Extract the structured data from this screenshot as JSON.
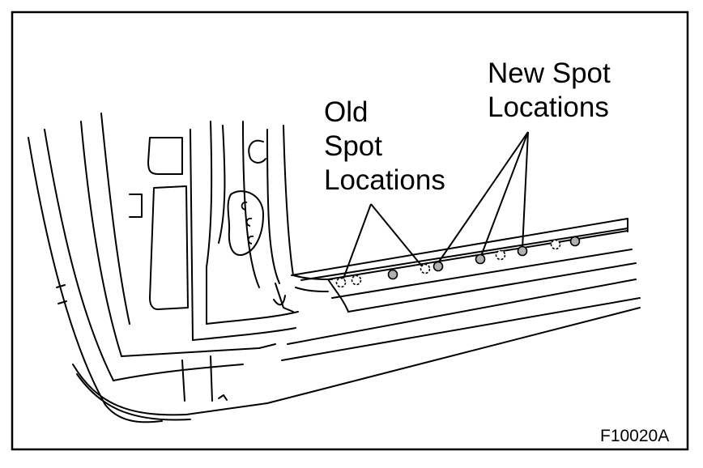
{
  "labels": {
    "old_spot": [
      "Old",
      "Spot",
      "Locations"
    ],
    "new_spot": [
      "New Spot",
      "Locations"
    ]
  },
  "figure_code": "F10020A",
  "colors": {
    "line": "#000000",
    "background": "#ffffff",
    "old_spot_fill": "#ffffff",
    "new_spot_fill": "#b0b0b0"
  }
}
